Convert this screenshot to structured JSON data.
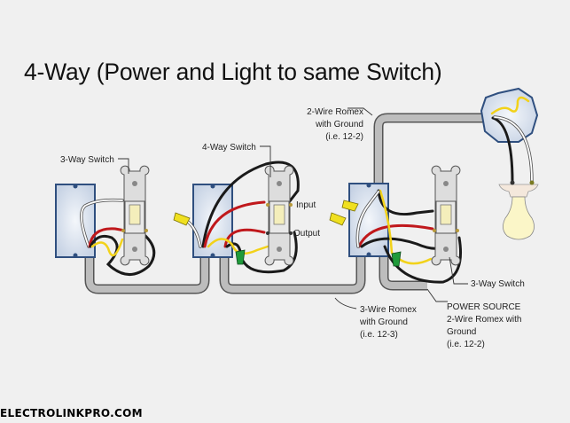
{
  "title": "4-Way (Power and Light to same Switch)",
  "labels": {
    "switch_left": "3-Way Switch",
    "switch_middle": "4-Way Switch",
    "switch_right": "3-Way Switch",
    "input": "Input",
    "output": "Output",
    "cable_top": [
      "2-Wire Romex",
      "with Ground",
      "(i.e. 12-2)"
    ],
    "cable_bottom": [
      "3-Wire Romex",
      "with Ground",
      "(i.e. 12-3)"
    ],
    "power_source": [
      "POWER SOURCE",
      "2-Wire Romex with",
      "Ground",
      "(i.e. 12-2)"
    ]
  },
  "watermark": "ELECTROLINKPRO.COM",
  "colors": {
    "background": "#f0f0f0",
    "box_fill": "#d3dcea",
    "box_stroke": "#2f4f7f",
    "cable": "#bdbdbd",
    "hot_black": "#1a1a1a",
    "traveler_red": "#c0181c",
    "ground_yellow": "#f2d21a",
    "neutral_white": "#ffffff",
    "wirenut_yellow": "#f0e020",
    "wirenut_green": "#1f9a3a",
    "bulb": "#fbf6c8"
  }
}
